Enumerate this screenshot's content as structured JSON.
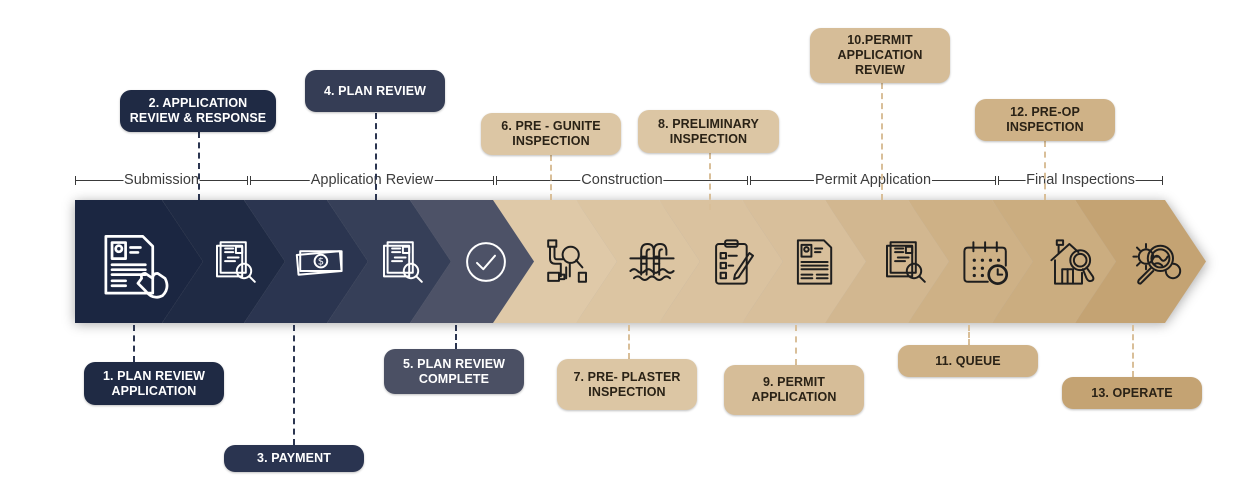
{
  "phases": [
    {
      "label": "Submission"
    },
    {
      "label": "Application Review"
    },
    {
      "label": "Construction"
    },
    {
      "label": "Permit Application"
    },
    {
      "label": "Final Inspections"
    }
  ],
  "steps": [
    {
      "number": 1,
      "label": "1. PLAN REVIEW APPLICATION",
      "lines": [
        "1. PLAN REVIEW",
        "APPLICATION"
      ],
      "icon": "document-hand-icon",
      "position": "below",
      "color": "#1b2641"
    },
    {
      "number": 2,
      "label": "2. APPLICATION REVIEW & RESPONSE",
      "lines": [
        "2. APPLICATION",
        "REVIEW & RESPONSE"
      ],
      "icon": "document-search-icon",
      "position": "above",
      "color": "#1f2a44"
    },
    {
      "number": 3,
      "label": "3. PAYMENT",
      "lines": [
        "3. PAYMENT"
      ],
      "icon": "money-icon",
      "position": "below",
      "color": "#2b3550"
    },
    {
      "number": 4,
      "label": "4. PLAN REVIEW",
      "lines": [
        "4. PLAN REVIEW"
      ],
      "icon": "document-search-icon",
      "position": "above",
      "color": "#363f58"
    },
    {
      "number": 5,
      "label": "5. PLAN REVIEW COMPLETE",
      "lines": [
        "5. PLAN REVIEW",
        "COMPLETE"
      ],
      "icon": "check-circle-icon",
      "position": "below",
      "color": "#4d5267"
    },
    {
      "number": 6,
      "label": "6. PRE - GUNITE INSPECTION",
      "lines": [
        "6. PRE - GUNITE",
        "INSPECTION"
      ],
      "icon": "pipe-inspection-icon",
      "position": "above",
      "color": "#dfc9a8"
    },
    {
      "number": 7,
      "label": "7. PRE- PLASTER INSPECTION",
      "lines": [
        "7. PRE- PLASTER",
        "INSPECTION"
      ],
      "icon": "pool-ladder-icon",
      "position": "below",
      "color": "#dcc5a2"
    },
    {
      "number": 8,
      "label": "8. PRELIMINARY INSPECTION",
      "lines": [
        "8. PRELIMINARY",
        "INSPECTION"
      ],
      "icon": "clipboard-checklist-icon",
      "position": "above",
      "color": "#dac29f"
    },
    {
      "number": 9,
      "label": "9. PERMIT APPLICATION",
      "lines": [
        "9. PERMIT",
        "APPLICATION"
      ],
      "icon": "document-profile-icon",
      "position": "below",
      "color": "#d8bf9b"
    },
    {
      "number": 10,
      "label": "10.PERMIT APPLICATION REVIEW",
      "lines": [
        "10.PERMIT",
        "APPLICATION",
        "REVIEW"
      ],
      "icon": "document-search-icon",
      "position": "above",
      "color": "#d2b790"
    },
    {
      "number": 11,
      "label": "11. QUEUE",
      "lines": [
        "11. QUEUE"
      ],
      "icon": "calendar-clock-icon",
      "position": "below",
      "color": "#ceb186"
    },
    {
      "number": 12,
      "label": "12. PRE-OP INSPECTION",
      "lines": [
        "12. PRE-OP",
        "INSPECTION"
      ],
      "icon": "house-inspection-icon",
      "position": "above",
      "color": "#cbad80"
    },
    {
      "number": 13,
      "label": "13. OPERATE",
      "lines": [
        "13. OPERATE"
      ],
      "icon": "gear-analysis-icon",
      "position": "below",
      "color": "#c4a373"
    }
  ],
  "colors": {
    "navy_dark": "#16213a",
    "navy_light": "#4f5468",
    "tan_light": "#e2cdae",
    "tan_dark": "#c4a373",
    "callout_navy": "#1f2a44",
    "callout_tan": "#d3b88f"
  }
}
